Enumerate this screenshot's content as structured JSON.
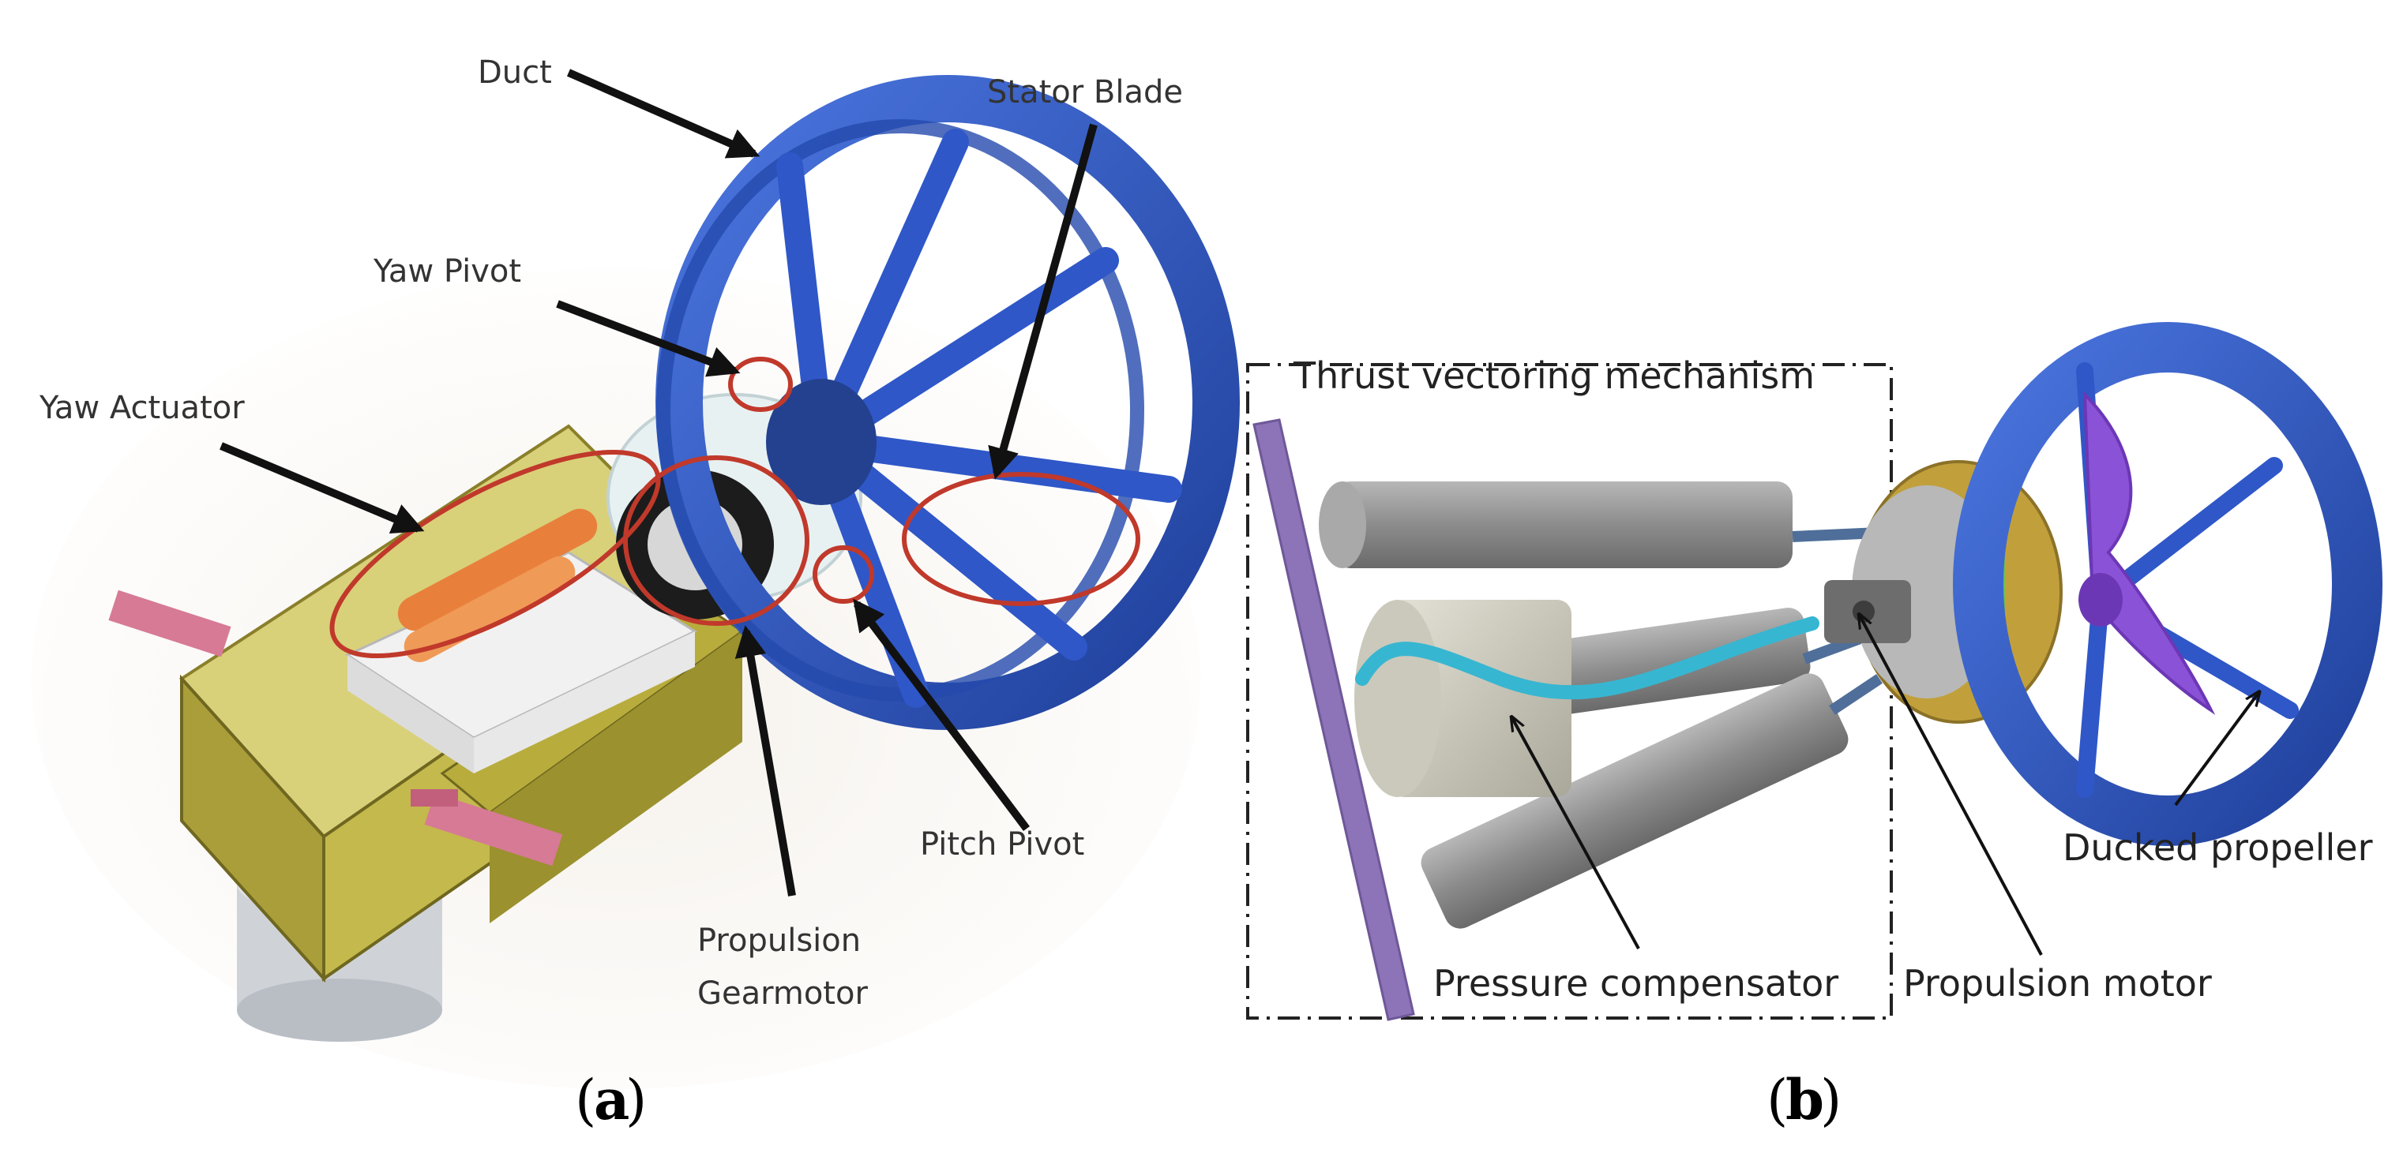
{
  "panel_a": {
    "caption_letter": "a",
    "labels": {
      "duct": "Duct",
      "stator_blade": "Stator Blade",
      "yaw_pivot": "Yaw Pivot",
      "yaw_actuator": "Yaw Actuator",
      "pitch_pivot": "Pitch Pivot",
      "propulsion_line1": "Propulsion",
      "propulsion_line2": "Gearmotor"
    }
  },
  "panel_b": {
    "caption_letter": "b",
    "labels": {
      "thrust_vectoring": "Thrust vectoring mechanism",
      "ducked_propeller": "Ducked propeller",
      "pressure_compensator": "Pressure compensator",
      "propulsion_motor": "Propulsion motor"
    }
  },
  "colors": {
    "duct_blue": "#2f57c8",
    "highlight_red": "#c0392b",
    "frame_gold": "#b8ac3c",
    "rail_pink": "#d77a95",
    "actuator_orange": "#e8803c",
    "cylinder_gray": "#8f8f8f",
    "propeller_purple": "#8a52d6",
    "mount_gold": "#c1a03c",
    "plate_purple": "#8d73b8",
    "cable_cyan": "#37b6d1"
  }
}
